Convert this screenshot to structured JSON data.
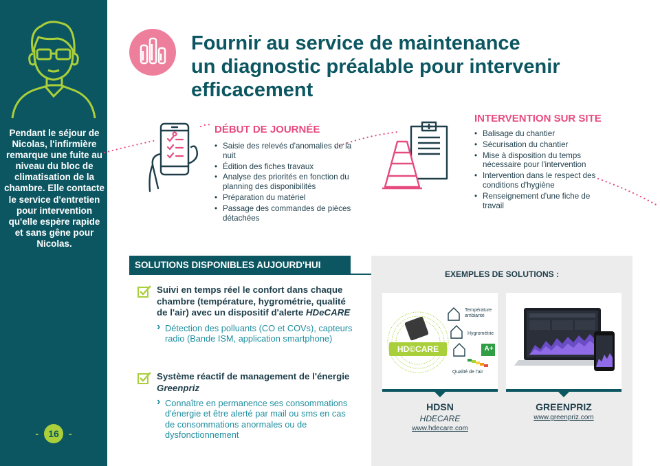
{
  "sidebar": {
    "story": "Pendant le séjour de Nicolas, l'infirmière remarque une fuite au niveau du bloc de climatisation de la chambre. Elle contacte le service d'entretien pour intervention qu'elle espère rapide et sans gêne pour Nicolas.",
    "page_number": "16",
    "dash": "-"
  },
  "title": {
    "line1": "Fournir au service de maintenance",
    "line2": "un diagnostic préalable pour intervenir",
    "line3": "efficacement"
  },
  "debut": {
    "heading": "DÉBUT DE JOURNÉE",
    "items": [
      "Saisie des relevés d'anomalies de la nuit",
      "Édition des fiches travaux",
      "Analyse des priorités en fonction du planning des disponibilités",
      "Préparation du matériel",
      "Passage des commandes de pièces détachées"
    ]
  },
  "intervention": {
    "heading": "INTERVENTION SUR SITE",
    "items": [
      "Balisage du chantier",
      "Sécurisation du chantier",
      "Mise à disposition du temps nécessaire pour l'intervention",
      "Intervention dans le respect des conditions d'hygiène",
      "Renseignement d'une fiche de travail"
    ]
  },
  "solutions": {
    "heading": "SOLUTIONS DISPONIBLES AUJOURD'HUI",
    "item1_text": "Suivi en temps réel le confort dans chaque chambre (température, hygrométrie, qualité de l'air) avec un dispositif d'alerte ",
    "item1_brand": "HDeCARE",
    "item1_sub": "Détection des polluants (CO et COVs), capteurs radio (Bande ISM, application smartphone)",
    "item2_text": "Système réactif de management de l'énergie ",
    "item2_brand": "Greenpriz",
    "item2_sub": "Connaître en permanence ses consommations d'énergie et être alerté par mail ou sms en cas de consommations anormales ou de dysfonctionnement"
  },
  "examples": {
    "title": "EXEMPLES DE SOLUTIONS :",
    "hdsn": {
      "name": "HDSN",
      "product": "HDECARE",
      "url": "www.hdecare.com",
      "logo_text": "HD©CARE",
      "label_temp": "Température ambiante",
      "label_hygro": "Hygrométrie",
      "label_air": "Qualité de l'air",
      "rating": "A+"
    },
    "greenpriz": {
      "name": "GREENPRIZ",
      "url": "www.greenpriz.com"
    }
  },
  "colors": {
    "teal": "#0c5661",
    "pink": "#e64b80",
    "pink_light": "#ee7f9c",
    "lime": "#a9cf3b",
    "link_blue": "#1e8ea0"
  }
}
